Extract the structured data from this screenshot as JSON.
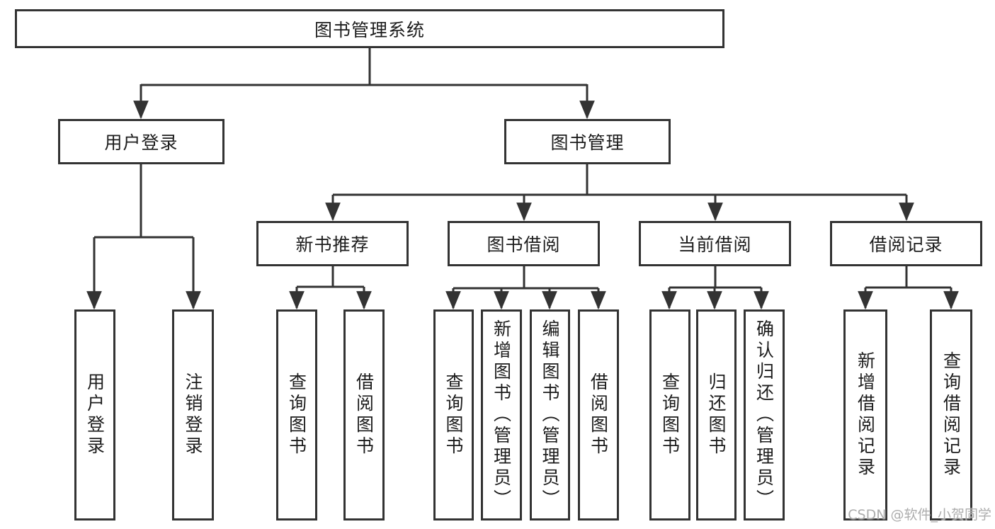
{
  "diagram": {
    "title": "图书管理系统",
    "type": "functional-structure-tree"
  },
  "colors": {
    "line": "#333333",
    "box_border": "#333333",
    "box_fill": "#ffffff",
    "text": "#1c1c1c",
    "watermark": "#a6a6a6",
    "background": "#ffffff"
  },
  "root": {
    "label": "图书管理系统"
  },
  "level2": [
    {
      "label": "用户登录"
    },
    {
      "label": "图书管理"
    }
  ],
  "level3": [
    {
      "label": "新书推荐"
    },
    {
      "label": "图书借阅"
    },
    {
      "label": "当前借阅"
    },
    {
      "label": "借阅记录"
    }
  ],
  "leaves": [
    {
      "label": "用户登录"
    },
    {
      "label": "注销登录"
    },
    {
      "label": "查询图书"
    },
    {
      "label": "借阅图书"
    },
    {
      "label": "查询图书"
    },
    {
      "label": "新增图书（管理员）"
    },
    {
      "label": "编辑图书（管理员）"
    },
    {
      "label": "借阅图书"
    },
    {
      "label": "查询图书"
    },
    {
      "label": "归还图书"
    },
    {
      "label": "确认归还（管理员）"
    },
    {
      "label": "新增借阅记录"
    },
    {
      "label": "查询借阅记录"
    }
  ],
  "hierarchy": {
    "root": "图书管理系统",
    "children": [
      {
        "name": "用户登录",
        "children": [
          "用户登录",
          "注销登录"
        ]
      },
      {
        "name": "图书管理",
        "children": [
          {
            "name": "新书推荐",
            "children": [
              "查询图书",
              "借阅图书"
            ]
          },
          {
            "name": "图书借阅",
            "children": [
              "查询图书",
              "新增图书（管理员）",
              "编辑图书（管理员）",
              "借阅图书"
            ]
          },
          {
            "name": "当前借阅",
            "children": [
              "查询图书",
              "归还图书",
              "确认归还（管理员）"
            ]
          },
          {
            "name": "借阅记录",
            "children": [
              "新增借阅记录",
              "查询借阅记录"
            ]
          }
        ]
      }
    ]
  },
  "watermark": {
    "text": "CSDN @软件_小贺同学"
  }
}
